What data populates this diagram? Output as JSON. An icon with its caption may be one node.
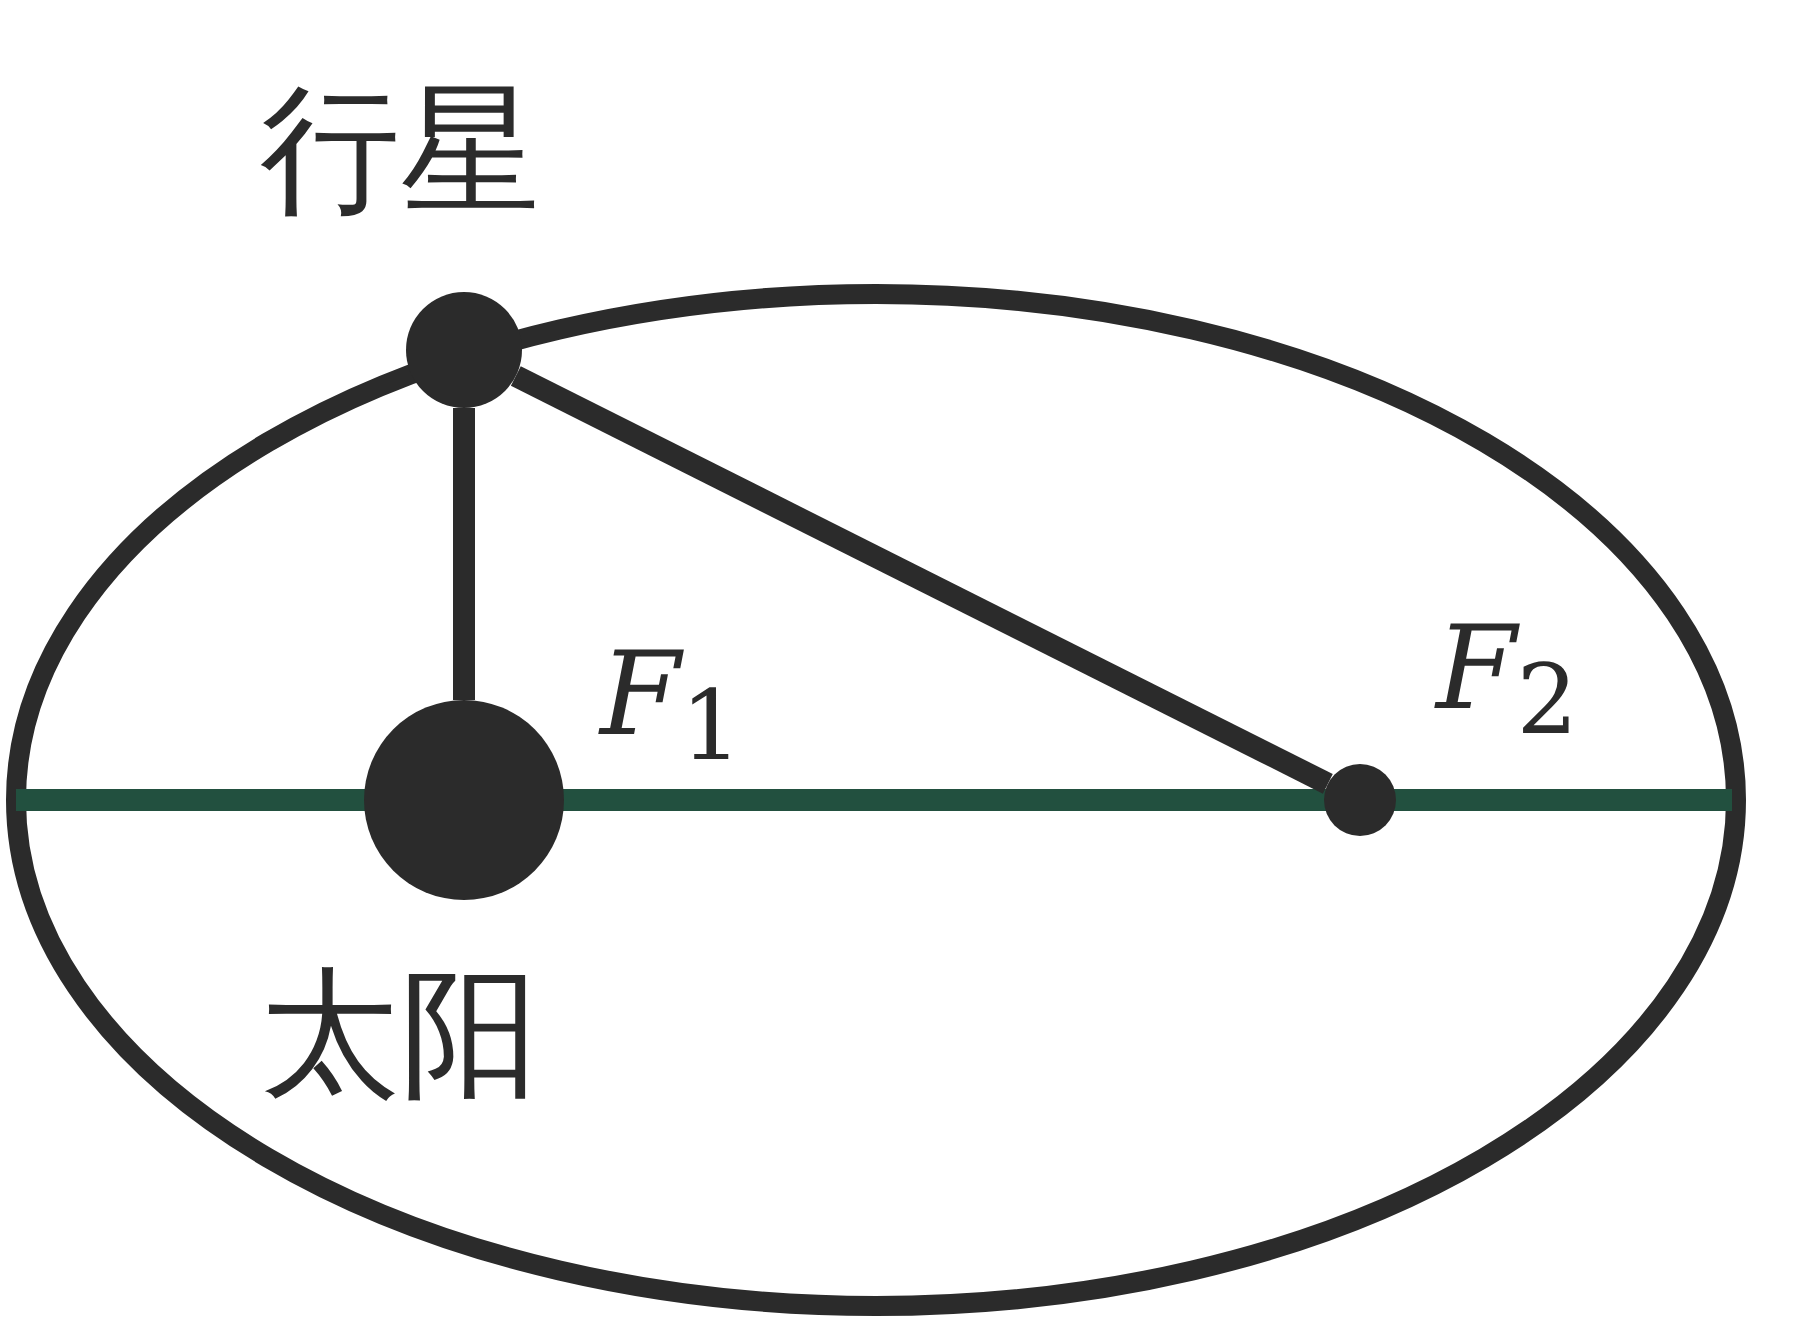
{
  "diagram": {
    "nodes": [
      {
        "text": [
          "行星"
        ]
      },
      {
        "text": [
          "太阳"
        ],
        "beside": [
          "*F*$_{1}$"
        ]
      },
      {
        "text": [
          "*F*$_{2}$"
        ]
      }
    ],
    "edges": [
      {
        "from": 0,
        "to": 1,
        "arrow": "none"
      },
      {
        "from": 0,
        "to": 2,
        "arrow": "none"
      }
    ]
  }
}
